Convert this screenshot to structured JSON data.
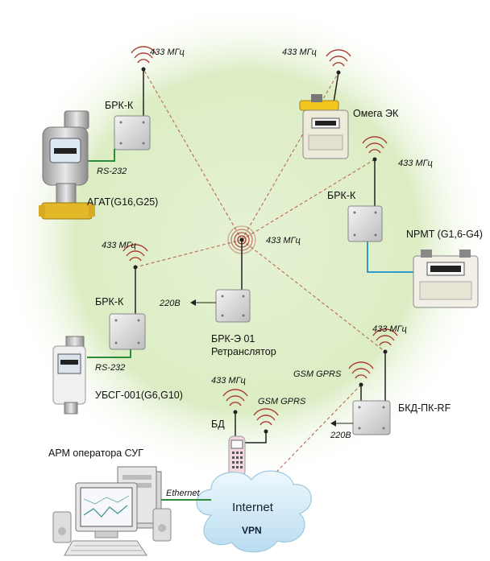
{
  "nodes": {
    "agat": {
      "box": "БРК-К",
      "meter": "АГАТ(G16,G25)",
      "freq": "433 МГц",
      "iface": "RS-232"
    },
    "omega": {
      "meter": "Омега ЭК",
      "freq": "433 МГц"
    },
    "npmt": {
      "box": "БРК-К",
      "meter": "NPMT (G1,6-G4)",
      "freq": "433 МГц"
    },
    "center": {
      "freq": "433 МГц",
      "line1": "БРК-Э 01",
      "line2": "Ретранслятор",
      "power": "220В"
    },
    "ubsg": {
      "box": "БРК-К",
      "meter": "УБСГ-001(G6,G10)",
      "freq": "433 МГц",
      "iface": "RS-232"
    },
    "bkd": {
      "name": "БКД-ПК-RF",
      "freq": "433 МГц",
      "gsm": "GSM GPRS",
      "power": "220В"
    },
    "bd": {
      "name": "БД",
      "freq": "433 МГц",
      "gsm": "GSM GPRS"
    },
    "arm": {
      "title": "АРМ оператора СУГ",
      "link": "Ethernet"
    },
    "cloud": {
      "internet": "Internet",
      "vpn": "VPN"
    }
  },
  "colors": {
    "background_glow": "#dcedc4",
    "dashed_link": "#b66b56",
    "rs232_wire": "#2e8b3a",
    "npmt_wire": "#3399cc",
    "antenna_wave": "#a8322a",
    "cloud": "#cfe8f6"
  }
}
